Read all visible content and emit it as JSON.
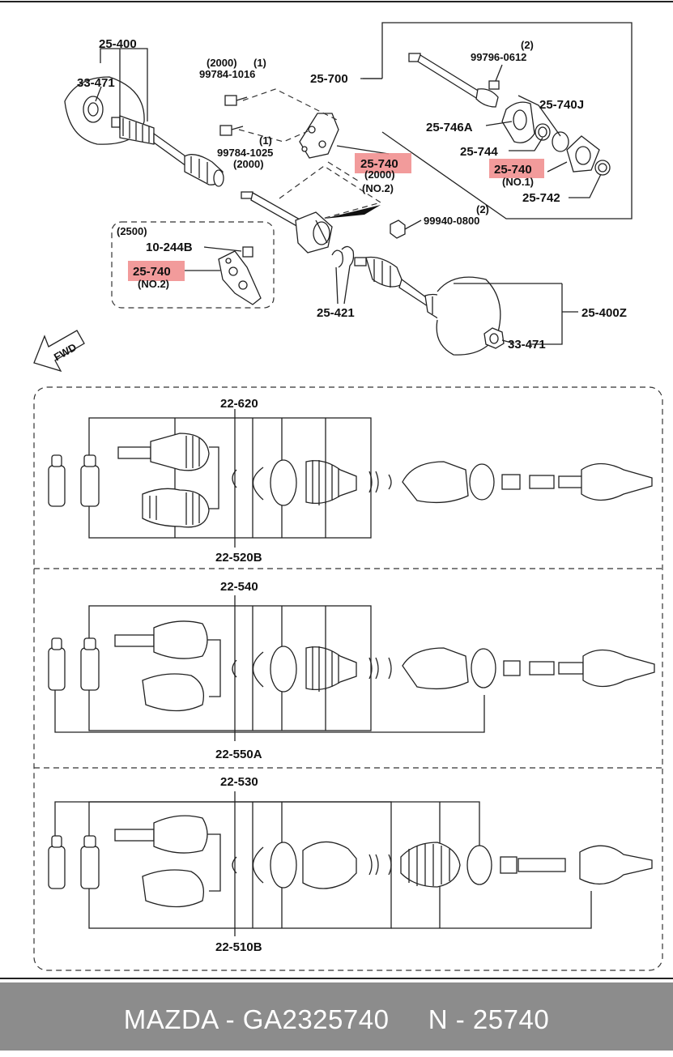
{
  "top_labels": {
    "l_25_400": "25-400",
    "l_33_471_top": "33-471",
    "l_2000_a": "(2000)",
    "l_1_a": "(1)",
    "l_99784_1016": "99784-1016",
    "l_1_b": "(1)",
    "l_99784_1025": "99784-1025",
    "l_2000_b": "(2000)",
    "l_25_700": "25-700",
    "l_25_740_center": "25-740",
    "l_2000_c": "(2000)",
    "l_no2_center": "(NO.2)",
    "l_2_a": "(2)",
    "l_99796_0612": "99796-0612",
    "l_25_740J": "25-740J",
    "l_25_746A": "25-746A",
    "l_25_744": "25-744",
    "l_25_740_right": "25-740",
    "l_no1": "(NO.1)",
    "l_25_742": "25-742",
    "l_2_b": "(2)",
    "l_99940_0800": "99940-0800",
    "l_2500": "(2500)",
    "l_10_244B": "10-244B",
    "l_25_740_left": "25-740",
    "l_no2_left": "(NO.2)",
    "l_25_421": "25-421",
    "l_25_400Z": "25-400Z",
    "l_33_471_bottom": "33-471",
    "fwd": "FWD"
  },
  "sections": [
    {
      "top_label": "22-620",
      "bottom_label": "22-520B"
    },
    {
      "top_label": "22-540",
      "bottom_label": "22-550A"
    },
    {
      "top_label": "22-530",
      "bottom_label": "22-510B"
    }
  ],
  "footer": {
    "text": "MAZDA - GA2325740     N - 25740"
  },
  "colors": {
    "highlight": "#f08a8a",
    "footer_bg": "#8c8c8c",
    "footer_text": "#ffffff"
  }
}
